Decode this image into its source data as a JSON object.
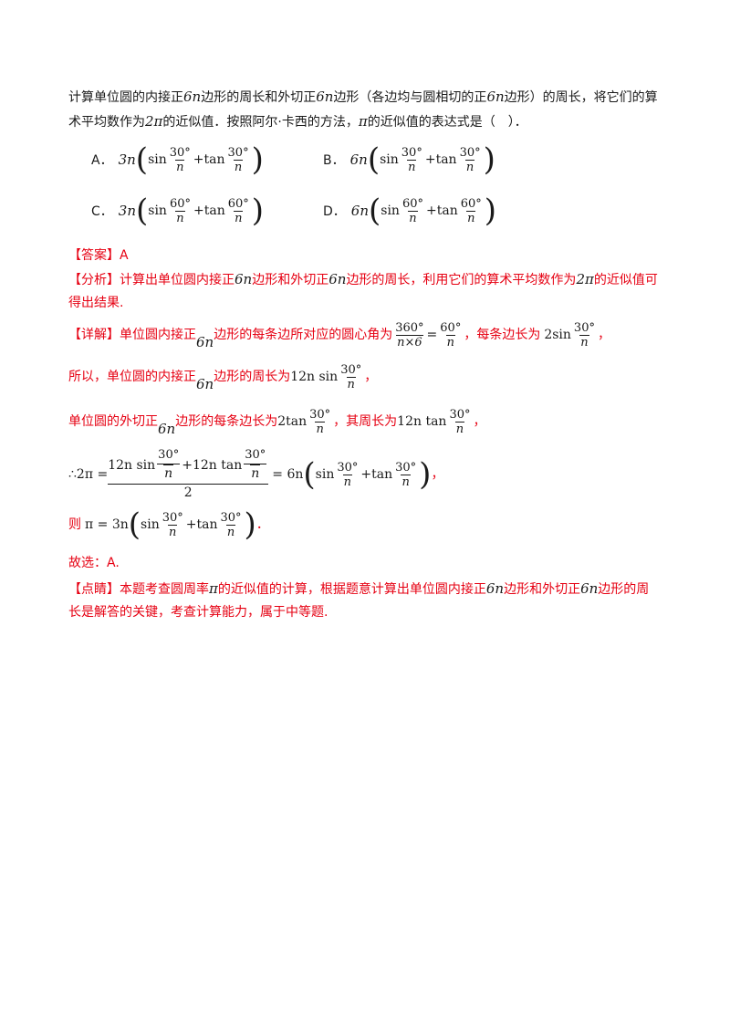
{
  "question": {
    "line1": [
      "计算单位圆的内接正",
      "6n",
      "边形的周长和外切正",
      "6n",
      "边形（各边均与圆相切的正",
      "6n",
      "边形）的周长，将它们的算"
    ],
    "line2": [
      "术平均数作为",
      "2π",
      "的近似值．按照阿尔·卡西的方法，",
      "π",
      "的近似值的表达式是（　）．"
    ]
  },
  "options": [
    {
      "label": "A．",
      "coef": "3n",
      "num1": "30°",
      "num2": "30°",
      "den": "n"
    },
    {
      "label": "B．",
      "coef": "6n",
      "num1": "30°",
      "num2": "30°",
      "den": "n"
    },
    {
      "label": "C．",
      "coef": "3n",
      "num1": "60°",
      "num2": "60°",
      "den": "n"
    },
    {
      "label": "D．",
      "coef": "6n",
      "num1": "60°",
      "num2": "60°",
      "den": "n"
    }
  ],
  "math": {
    "sin": "sin",
    "tan": "tan",
    "plus": "+",
    "paren_l": "(",
    "paren_r": ")"
  },
  "answer": {
    "tag": "【答案】",
    "value": "A"
  },
  "analysis": {
    "tag": "【分析】",
    "line1": [
      "计算出单位圆内接正",
      "6n",
      "边形和外切正",
      "6n",
      "边形的周长，利用它们的算术平均数作为",
      "2π",
      "的近似值可"
    ],
    "line2": "得出结果."
  },
  "detail": {
    "tag": "【详解】",
    "l1": [
      "单位圆内接正",
      "6n",
      "边形的每条边所对应的圆心角为",
      "360°",
      "n×6",
      "=",
      "60°",
      "n",
      "，每条边长为",
      "2sin",
      "30°",
      "n",
      "，"
    ],
    "l2": [
      "所以，单位圆的内接正",
      "6n",
      "边形的周长为",
      "12n sin",
      "30°",
      "n",
      "，"
    ],
    "l3": [
      "单位圆的外切正",
      "6n",
      "边形的每条边长为",
      "2tan",
      "30°",
      "n",
      "，其周长为",
      "12n tan",
      "30°",
      "n",
      "，"
    ],
    "l4": [
      "∴2π =",
      "12n sin",
      "30°",
      "n",
      "+12n tan",
      "30°",
      "n",
      "2",
      "= 6n",
      "，"
    ],
    "l5": [
      "则",
      "π = 3n",
      "．"
    ],
    "l6": "故选：A."
  },
  "comment": {
    "tag": "【点睛】",
    "line1": [
      "本题考查圆周率",
      "π",
      "的近似值的计算，根据题意计算出单位圆内接正",
      "6n",
      "边形和外切正",
      "6n",
      "边形的周"
    ],
    "line2": "长是解答的关键，考查计算能力，属于中等题."
  }
}
